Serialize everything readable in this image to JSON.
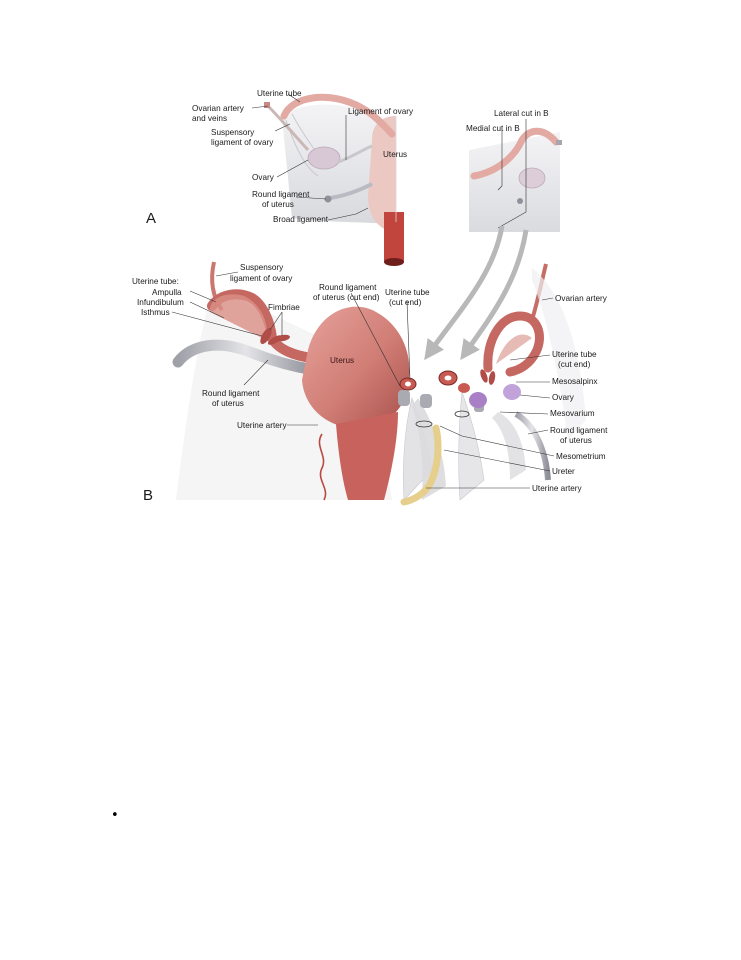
{
  "panels": {
    "a": "A",
    "b": "B"
  },
  "labels_a": {
    "uterine_tube": "Uterine tube",
    "ovarian_artery_1": "Ovarian artery",
    "ovarian_artery_2": "and veins",
    "ligament_of_ovary": "Ligament of ovary",
    "suspensory_1": "Suspensory",
    "suspensory_2": "ligament of ovary",
    "uterus": "Uterus",
    "ovary": "Ovary",
    "round_lig_1": "Round ligament",
    "round_lig_2": "of uterus",
    "broad_ligament": "Broad ligament",
    "lateral_cut": "Lateral cut in B",
    "medial_cut": "Medial cut in B"
  },
  "labels_b": {
    "uterine_tube_colon": "Uterine tube:",
    "ampulla": "Ampulla",
    "infundibulum": "Infundibulum",
    "isthmus": "Isthmus",
    "suspensory_1": "Suspensory",
    "suspensory_2": "ligament of ovary",
    "fimbriae": "Fimbriae",
    "round_cut_1": "Round ligament",
    "round_cut_2": "of uterus (cut end)",
    "tube_cut_1": "Uterine tube",
    "tube_cut_2": "(cut end)",
    "uterus": "Uterus",
    "round_lig_1": "Round ligament",
    "round_lig_2": "of uterus",
    "uterine_artery": "Uterine artery",
    "ovarian_artery": "Ovarian artery",
    "tube_cut_r1": "Uterine tube",
    "tube_cut_r2": "(cut end)",
    "mesosalpinx": "Mesosalpinx",
    "ovary": "Ovary",
    "mesovarium": "Mesovarium",
    "round_r1": "Round ligament",
    "round_r2": "of uterus",
    "mesometrium": "Mesometrium",
    "ureter": "Ureter",
    "uterine_artery_r": "Uterine artery"
  },
  "bullet": "•",
  "colors": {
    "tissue": "#d98a82",
    "tissue_dark": "#b75a55",
    "tube": "#c96b66",
    "ligament": "#e7e7ea",
    "ligament_edge": "#b9bac2",
    "ovary": "#c9b3c8",
    "ovary_b": "#b48ad0",
    "ureter": "#e6cf8c",
    "artery": "#c44a3f",
    "arrow": "#b8b8b8",
    "leader": "#333333"
  }
}
